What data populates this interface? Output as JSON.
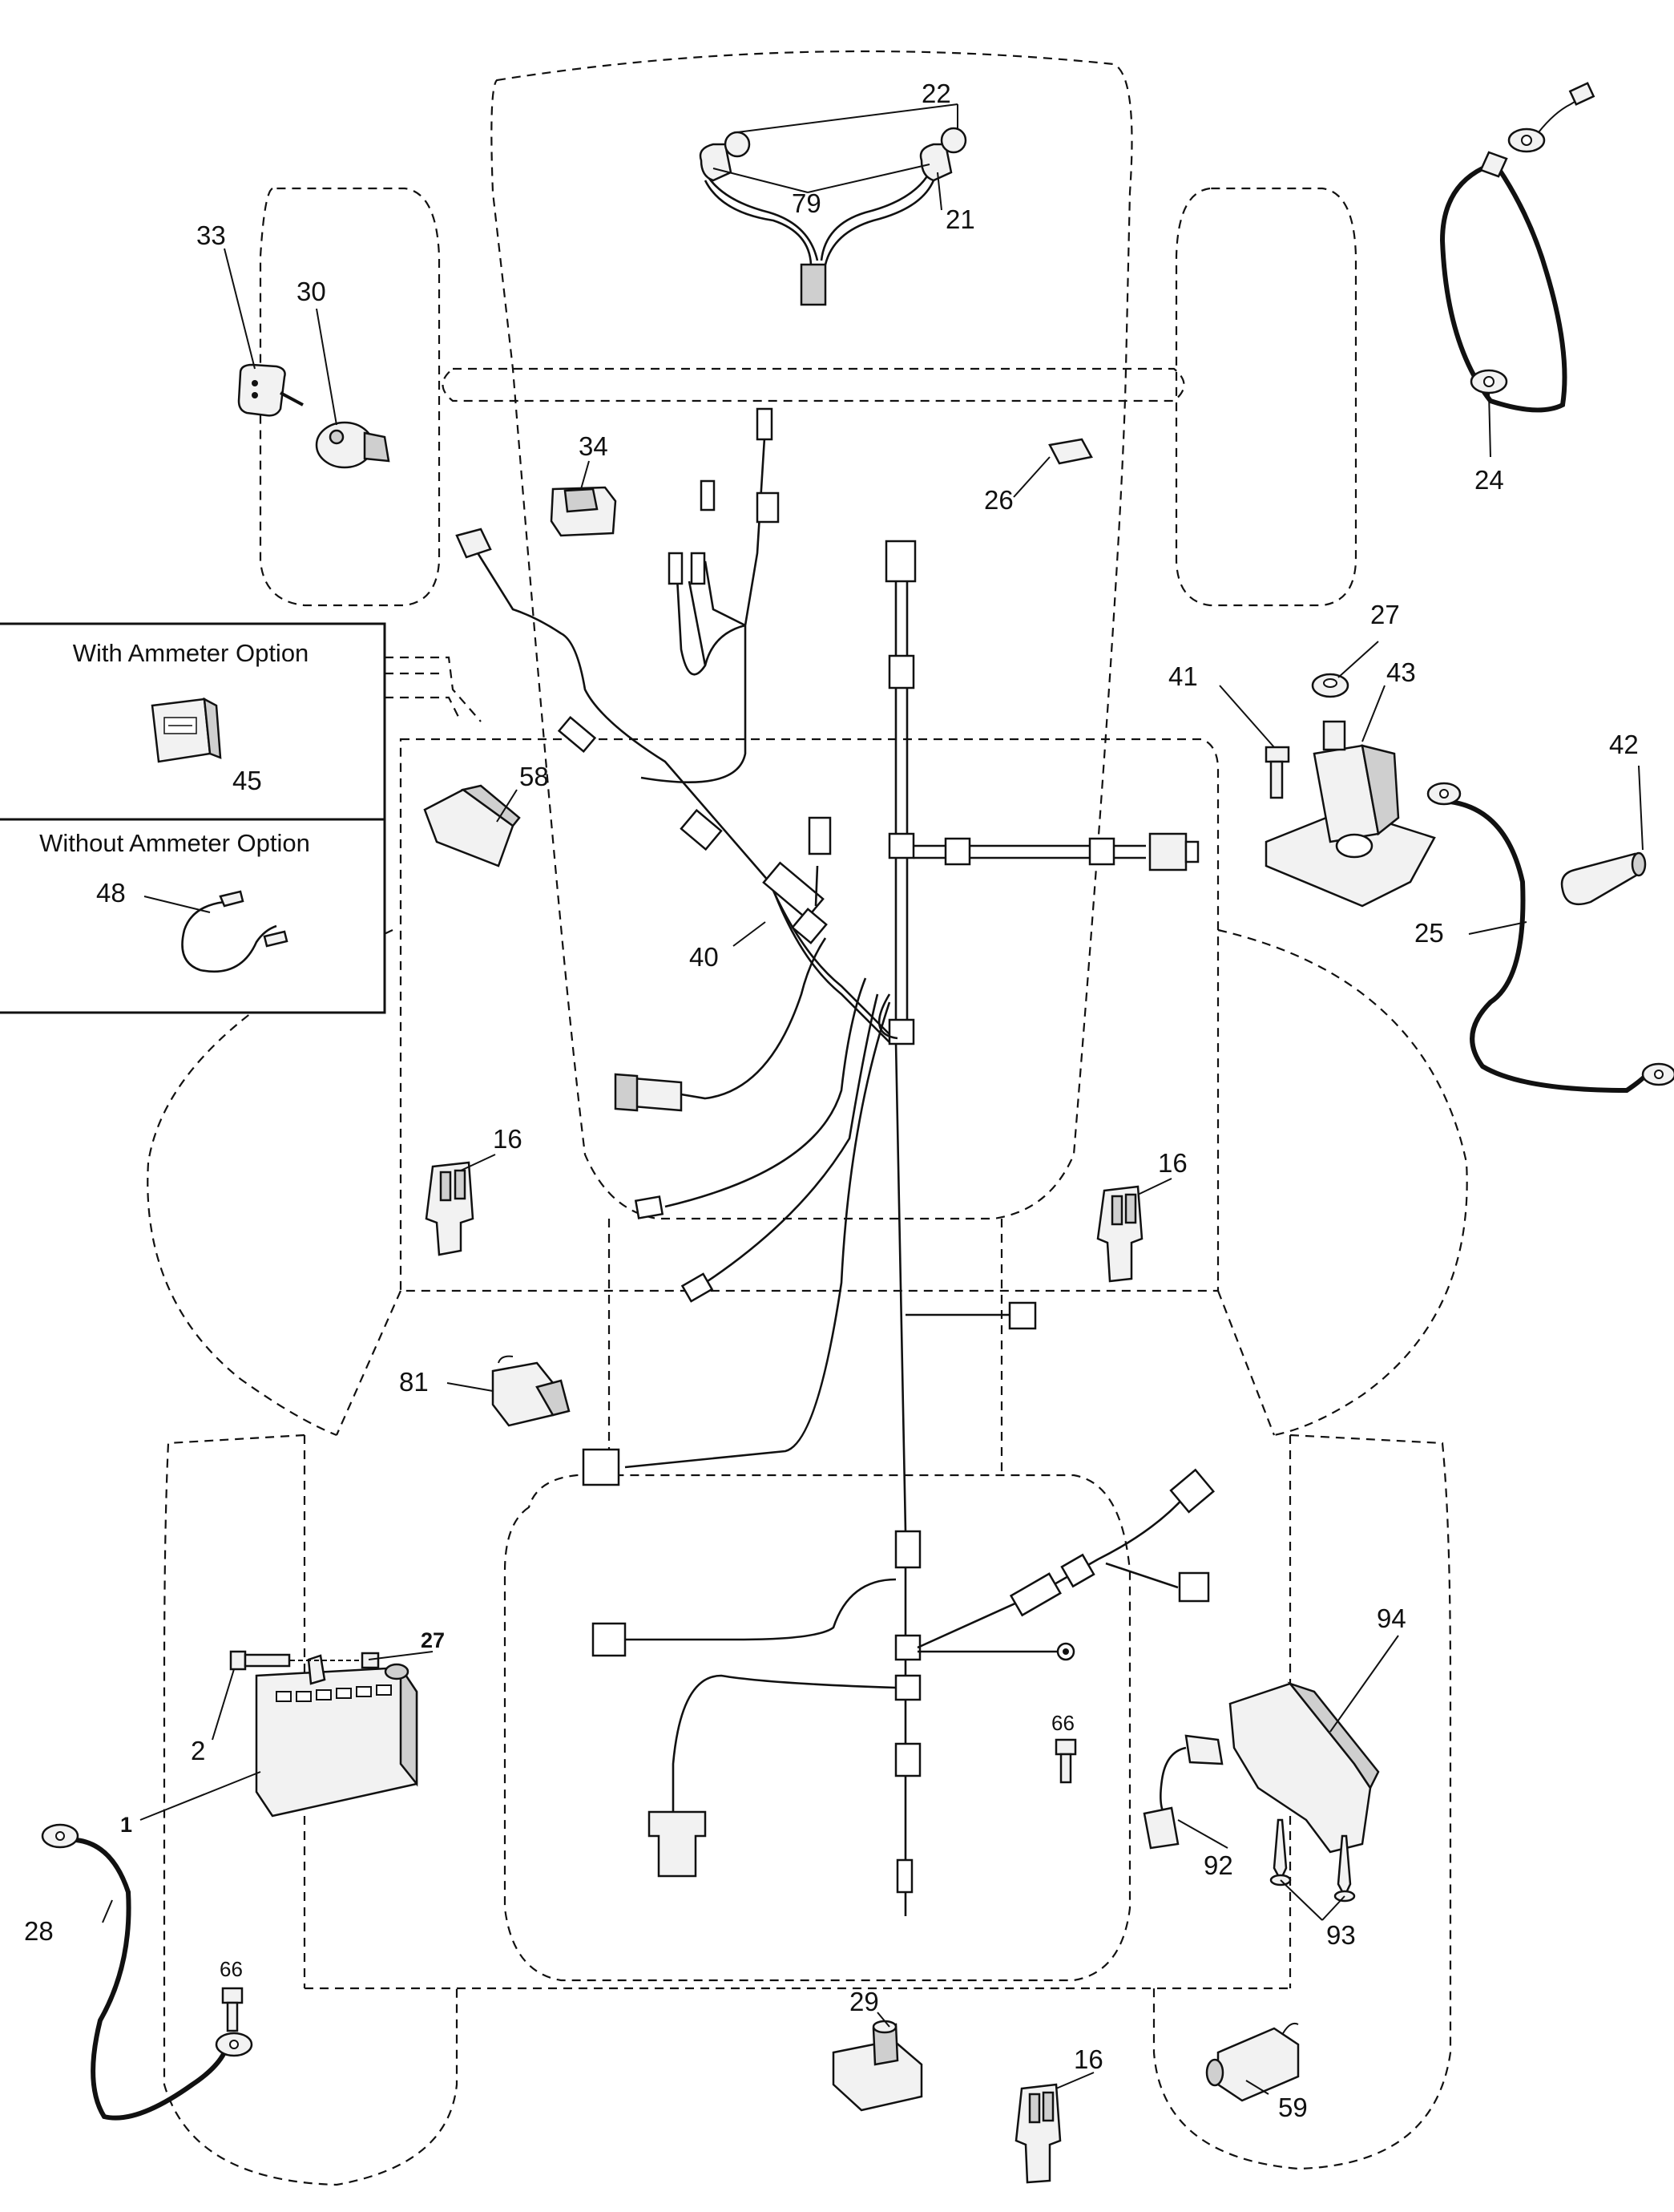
{
  "options": {
    "with_ammeter": "With Ammeter Option",
    "without_ammeter": "Without Ammeter Option"
  },
  "callouts": {
    "c1": "1",
    "c2": "2",
    "c16a": "16",
    "c16b": "16",
    "c16c": "16",
    "c21": "21",
    "c22": "22",
    "c24": "24",
    "c25": "25",
    "c26": "26",
    "c27a": "27",
    "c27b": "27",
    "c28": "28",
    "c29": "29",
    "c30": "30",
    "c33": "33",
    "c34": "34",
    "c40": "40",
    "c41": "41",
    "c42": "42",
    "c43": "43",
    "c45": "45",
    "c48": "48",
    "c58": "58",
    "c59": "59",
    "c66a": "66",
    "c66b": "66",
    "c79": "79",
    "c81": "81",
    "c92": "92",
    "c93": "93",
    "c94": "94"
  }
}
